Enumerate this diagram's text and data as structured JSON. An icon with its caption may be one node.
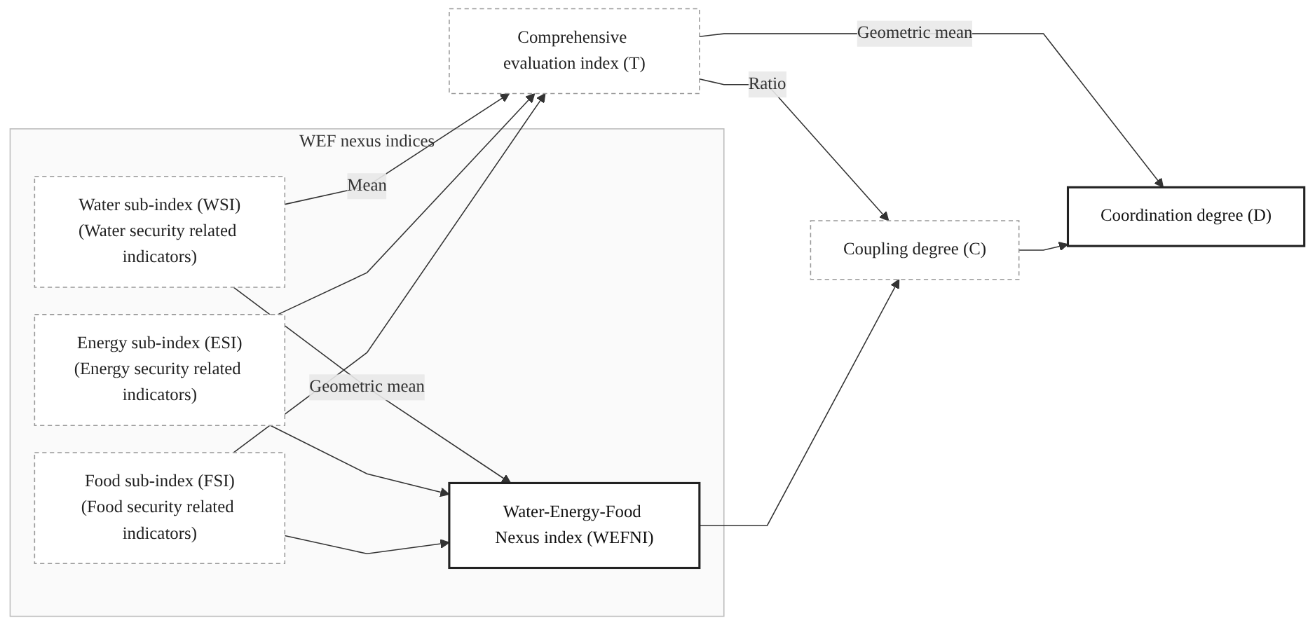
{
  "diagram": {
    "nodes": [
      {
        "text": [
          "WEF nexus indices"
        ]
      },
      {
        "text": [
          "Water sub-index (WSI)",
          "(Water security related indicators)"
        ],
        "in": 0
      },
      {
        "text": [
          "Energy sub-index (ESI)",
          "(Energy security related indicators)"
        ],
        "in": 0
      },
      {
        "text": [
          "Food sub-index (FSI)",
          "(Food security related indicators)"
        ],
        "in": 0
      },
      {
        "text": [
          "Water-Energy-Food Nexus index (WEFNI)"
        ],
        "in": 0
      },
      {
        "text": [
          "Comprehensive evaluation index (T)"
        ]
      },
      {
        "text": [
          "Coupling degree (C)"
        ]
      },
      {
        "text": [
          "Coordination degree (D)"
        ]
      }
    ],
    "edges": [
      {
        "from": 1,
        "to": 5,
        "arrow": "to",
        "label": "Mean"
      },
      {
        "from": 2,
        "to": 5,
        "arrow": "to"
      },
      {
        "from": 3,
        "to": 5,
        "arrow": "to"
      },
      {
        "from": 1,
        "to": 4,
        "arrow": "to",
        "label": "Geometric mean"
      },
      {
        "from": 2,
        "to": 4,
        "arrow": "to"
      },
      {
        "from": 3,
        "to": 4,
        "arrow": "to"
      },
      {
        "from": 5,
        "to": 6,
        "arrow": "to",
        "label": "Ratio"
      },
      {
        "from": 4,
        "to": 6,
        "arrow": "to"
      },
      {
        "from": 5,
        "to": 7,
        "arrow": "to",
        "label": "Geometric mean"
      },
      {
        "from": 6,
        "to": 7,
        "arrow": "to"
      }
    ]
  }
}
